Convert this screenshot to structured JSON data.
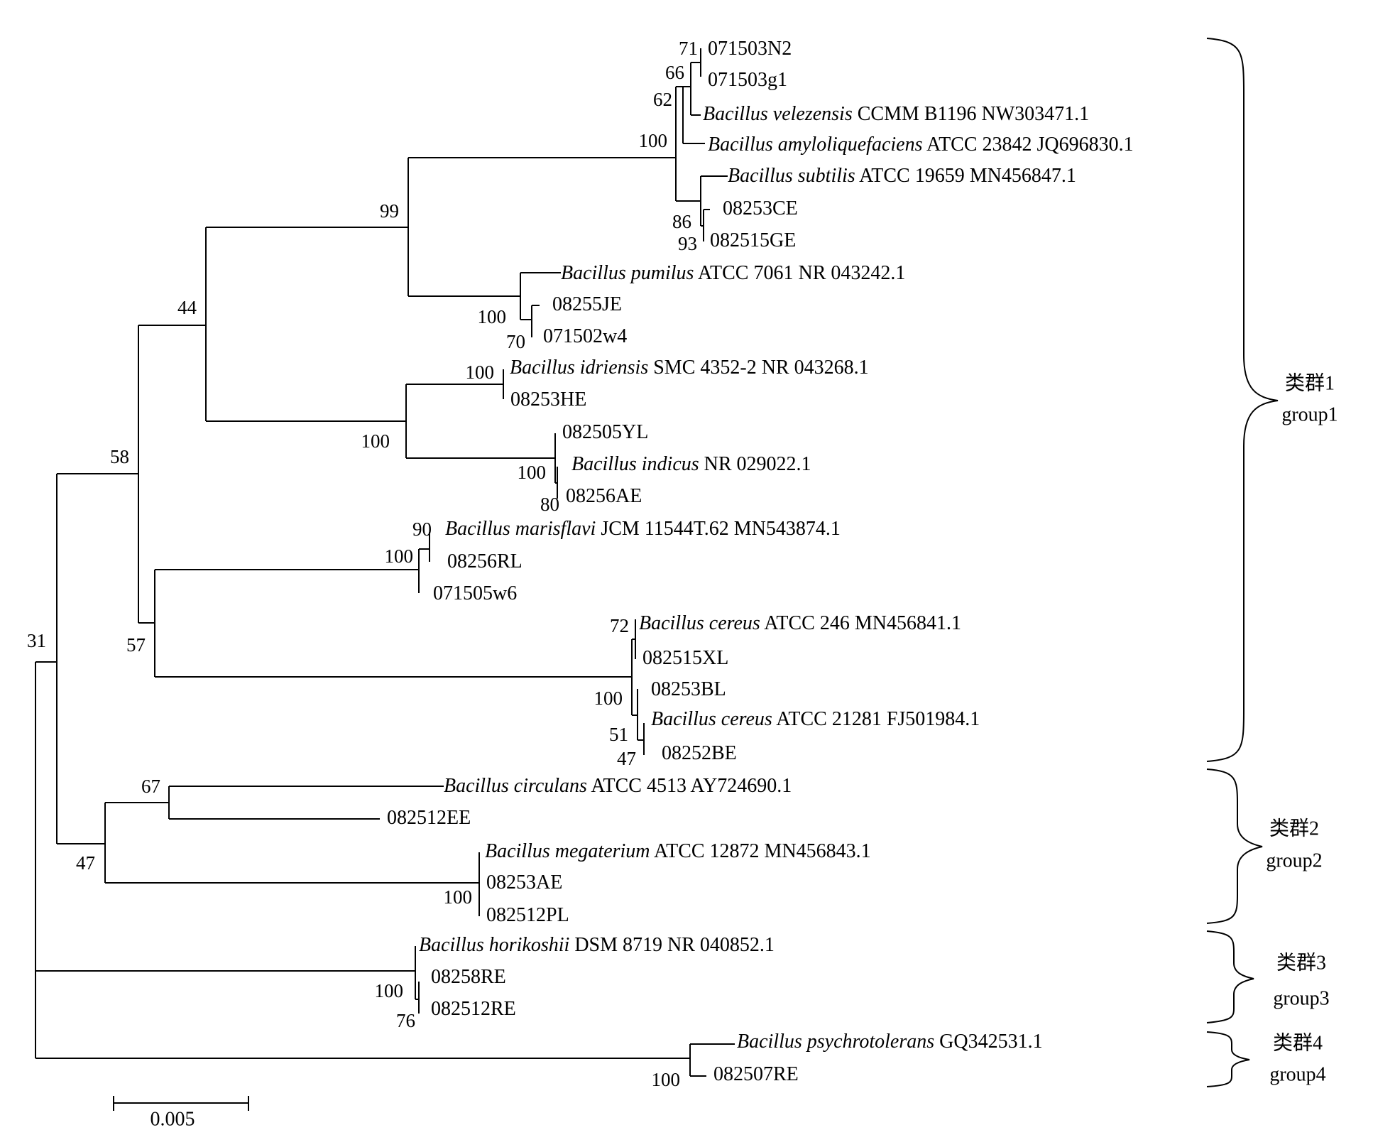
{
  "tree": {
    "tips": [
      {
        "id": "t1",
        "parts": [
          {
            "t": "071503N2"
          }
        ]
      },
      {
        "id": "t2",
        "parts": [
          {
            "t": "071503g1"
          }
        ]
      },
      {
        "id": "t3",
        "parts": [
          {
            "t": "Bacillus velezensis",
            "i": true
          },
          {
            "t": " CCMM B1196 NW303471.1"
          }
        ]
      },
      {
        "id": "t4",
        "parts": [
          {
            "t": "Bacillus amyloliquefaciens",
            "i": true
          },
          {
            "t": " ATCC 23842 JQ696830.1"
          }
        ]
      },
      {
        "id": "t5",
        "parts": [
          {
            "t": "Bacillus subtilis",
            "i": true
          },
          {
            "t": " ATCC 19659 MN456847.1"
          }
        ]
      },
      {
        "id": "t6",
        "parts": [
          {
            "t": "08253CE"
          }
        ]
      },
      {
        "id": "t7",
        "parts": [
          {
            "t": "082515GE"
          }
        ]
      },
      {
        "id": "t8",
        "parts": [
          {
            "t": "Bacillus pumilus",
            "i": true
          },
          {
            "t": " ATCC 7061 NR 043242.1"
          }
        ]
      },
      {
        "id": "t9",
        "parts": [
          {
            "t": "08255JE"
          }
        ]
      },
      {
        "id": "t10",
        "parts": [
          {
            "t": "071502w4"
          }
        ]
      },
      {
        "id": "t11",
        "parts": [
          {
            "t": "Bacillus idriensis",
            "i": true
          },
          {
            "t": " SMC 4352-2 NR 043268.1"
          }
        ]
      },
      {
        "id": "t12",
        "parts": [
          {
            "t": "08253HE"
          }
        ]
      },
      {
        "id": "t13",
        "parts": [
          {
            "t": "082505YL"
          }
        ]
      },
      {
        "id": "t14",
        "parts": [
          {
            "t": "Bacillus indicus",
            "i": true
          },
          {
            "t": " NR 029022.1"
          }
        ]
      },
      {
        "id": "t15",
        "parts": [
          {
            "t": "08256AE"
          }
        ]
      },
      {
        "id": "t16",
        "parts": [
          {
            "t": "Bacillus marisflavi",
            "i": true
          },
          {
            "t": " JCM 11544T.62 MN543874.1"
          }
        ]
      },
      {
        "id": "t17",
        "parts": [
          {
            "t": "08256RL"
          }
        ]
      },
      {
        "id": "t18",
        "parts": [
          {
            "t": "071505w6"
          }
        ]
      },
      {
        "id": "t19",
        "parts": [
          {
            "t": "Bacillus cereus",
            "i": true
          },
          {
            "t": " ATCC 246 MN456841.1"
          }
        ]
      },
      {
        "id": "t20",
        "parts": [
          {
            "t": "082515XL"
          }
        ]
      },
      {
        "id": "t21",
        "parts": [
          {
            "t": "08253BL"
          }
        ]
      },
      {
        "id": "t22",
        "parts": [
          {
            "t": "Bacillus cereus",
            "i": true
          },
          {
            "t": " ATCC 21281 FJ501984.1"
          }
        ]
      },
      {
        "id": "t23",
        "parts": [
          {
            "t": "08252BE"
          }
        ]
      },
      {
        "id": "t24",
        "parts": [
          {
            "t": "Bacillus circulans",
            "i": true
          },
          {
            "t": " ATCC 4513 AY724690.1"
          }
        ]
      },
      {
        "id": "t25",
        "parts": [
          {
            "t": "082512EE"
          }
        ]
      },
      {
        "id": "t26",
        "parts": [
          {
            "t": "Bacillus megaterium",
            "i": true
          },
          {
            "t": " ATCC 12872 MN456843.1"
          }
        ]
      },
      {
        "id": "t27",
        "parts": [
          {
            "t": "08253AE"
          }
        ]
      },
      {
        "id": "t28",
        "parts": [
          {
            "t": "082512PL"
          }
        ]
      },
      {
        "id": "t29",
        "parts": [
          {
            "t": "Bacillus horikoshii",
            "i": true
          },
          {
            "t": " DSM 8719 NR 040852.1"
          }
        ]
      },
      {
        "id": "t30",
        "parts": [
          {
            "t": "08258RE"
          }
        ]
      },
      {
        "id": "t31",
        "parts": [
          {
            "t": "082512RE"
          }
        ]
      },
      {
        "id": "t32",
        "parts": [
          {
            "t": "Bacillus psychrotolerans",
            "i": true
          },
          {
            "t": " GQ342531.1"
          }
        ]
      },
      {
        "id": "t33",
        "parts": [
          {
            "t": "082507RE"
          }
        ]
      }
    ],
    "bootstrap": [
      {
        "id": "b71",
        "v": "71"
      },
      {
        "id": "b66",
        "v": "66"
      },
      {
        "id": "b62",
        "v": "62"
      },
      {
        "id": "b100a",
        "v": "100"
      },
      {
        "id": "b86",
        "v": "86"
      },
      {
        "id": "b93",
        "v": "93"
      },
      {
        "id": "b99",
        "v": "99"
      },
      {
        "id": "b100b",
        "v": "100"
      },
      {
        "id": "b70",
        "v": "70"
      },
      {
        "id": "b44",
        "v": "44"
      },
      {
        "id": "b100c",
        "v": "100"
      },
      {
        "id": "b100d",
        "v": "100"
      },
      {
        "id": "b100e",
        "v": "100"
      },
      {
        "id": "b80",
        "v": "80"
      },
      {
        "id": "b58",
        "v": "58"
      },
      {
        "id": "b90",
        "v": "90"
      },
      {
        "id": "b100f",
        "v": "100"
      },
      {
        "id": "b57",
        "v": "57"
      },
      {
        "id": "b72",
        "v": "72"
      },
      {
        "id": "b100g",
        "v": "100"
      },
      {
        "id": "b51",
        "v": "51"
      },
      {
        "id": "b47a",
        "v": "47"
      },
      {
        "id": "b31",
        "v": "31"
      },
      {
        "id": "b67",
        "v": "67"
      },
      {
        "id": "b47b",
        "v": "47"
      },
      {
        "id": "b100h",
        "v": "100"
      },
      {
        "id": "b100i",
        "v": "100"
      },
      {
        "id": "b76",
        "v": "76"
      },
      {
        "id": "b100j",
        "v": "100"
      }
    ],
    "groups": [
      {
        "id": "g1",
        "zh": "类群1",
        "en": "group1"
      },
      {
        "id": "g2",
        "zh": "类群2",
        "en": "group2"
      },
      {
        "id": "g3",
        "zh": "类群3",
        "en": "group3"
      },
      {
        "id": "g4",
        "zh": "类群4",
        "en": "group4"
      }
    ],
    "scale_bar": {
      "label": "0.005"
    }
  }
}
